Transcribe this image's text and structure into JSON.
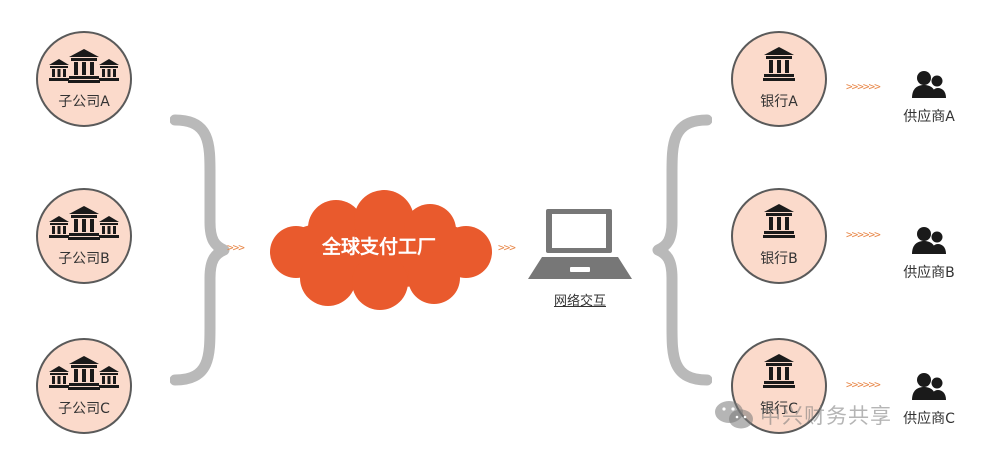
{
  "subsidiaries": [
    {
      "label": "子公司A"
    },
    {
      "label": "子公司B"
    },
    {
      "label": "子公司C"
    }
  ],
  "factory": {
    "label": "全球支付工厂"
  },
  "network": {
    "label": "网络交互"
  },
  "banks": [
    {
      "label": "银行A"
    },
    {
      "label": "银行B"
    },
    {
      "label": "银行C"
    }
  ],
  "suppliers": [
    {
      "label": "供应商A"
    },
    {
      "label": "供应商B"
    },
    {
      "label": "供应商C"
    }
  ],
  "arrows": {
    "short": ">>>",
    "long": ">>>>>>"
  },
  "watermark": {
    "text": "中兴财务共享"
  },
  "colors": {
    "node_fill": "#fbdacb",
    "node_border": "#5a5a5a",
    "cloud": "#e95a2d",
    "bracket": "#b9b9b9",
    "arrow": "#e8884a",
    "icon": "#1a1a1a"
  },
  "icons": {
    "subsidiary": "three-buildings-icon",
    "bank": "bank-building-icon",
    "supplier": "people-icon",
    "network": "laptop-icon",
    "factory": "cloud-icon"
  }
}
